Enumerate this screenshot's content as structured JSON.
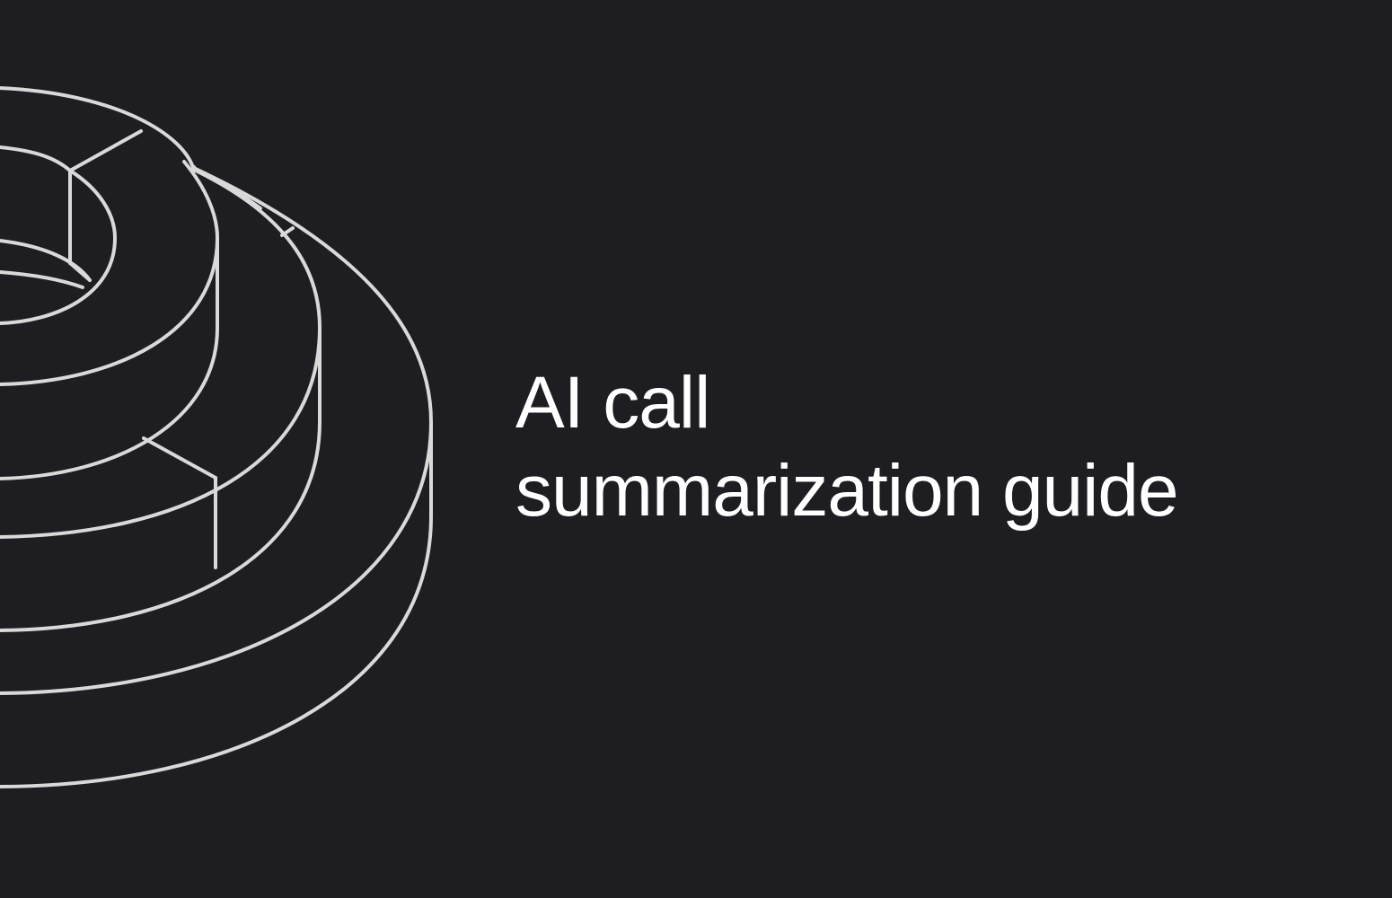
{
  "hero": {
    "title_line_1": "AI call",
    "title_line_2": "summarization guide"
  },
  "illustration": {
    "icon": "stacked-rings-illustration",
    "stroke_color": "#d9d9d9",
    "background_color": "#1e1d22"
  }
}
